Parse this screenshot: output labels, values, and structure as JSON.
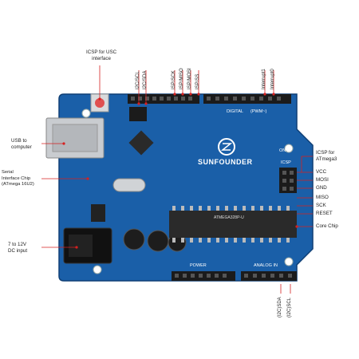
{
  "board": {
    "brand": "SUNFOUNDER",
    "digital_label": "DIGITAL",
    "pwm_label": "(PWM~)",
    "power_label": "POWER",
    "analog_label": "ANALOG IN",
    "icsp_silk": "ICSP",
    "on_label": "ON",
    "chip_text": "ATMEGA328P-U"
  },
  "labels": {
    "icsp_usb": "ICSP for USC\ninterface",
    "i2c_scl_top": "I2C/SCL",
    "i2c_sda_top": "I2C/SDA",
    "isp_sck": "ISP/SCK",
    "isp_miso": "ISP/MISO",
    "isp_mosi": "ISP/MOSI",
    "isp_ss": "ISP/SS",
    "interrupt1": "Interrupt1",
    "interrupt0": "Interrupt0",
    "usb": "USB to\ncomputer",
    "serial_chip": "Serial\nInterface Chip\n(ATmega 16U2)",
    "power_input": "7 to 12V\nDC input",
    "icsp_atmega": "ICSP for\nATmega3",
    "vcc": "VCC",
    "mosi": "MOSI",
    "gnd": "GND",
    "miso": "MISO",
    "sck": "SCK",
    "reset": "RESET",
    "core_chip": "Core Chip",
    "i2c_sda_bottom": "(I2C)SDA",
    "i2c_scl_bottom": "(I2C)SCL"
  },
  "colors": {
    "pcb": "#1a5fa8",
    "pcb_dark": "#134a86",
    "header": "#1b1b1b",
    "chip": "#2a2a2a",
    "callout": "#d62020",
    "usb_metal": "#c9ccd0",
    "reset_button": "#e05050"
  }
}
